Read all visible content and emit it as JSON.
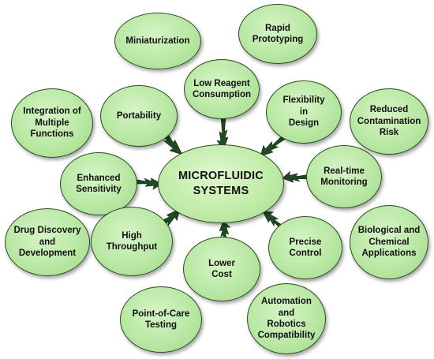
{
  "center": {
    "line1": "MICROFLUIDIC",
    "line2": "SYSTEMS"
  },
  "nodes": {
    "miniaturization": [
      "Miniaturization"
    ],
    "rapid_prototyping": [
      "Rapid",
      "Prototyping"
    ],
    "low_reagent": [
      "Low Reagent",
      "Consumption"
    ],
    "portability": [
      "Portability"
    ],
    "flexibility": [
      "Flexibility",
      "in",
      "Design"
    ],
    "integration": [
      "Integration of",
      "Multiple",
      "Functions"
    ],
    "reduced_contamination": [
      "Reduced",
      "Contamination",
      "Risk"
    ],
    "enhanced_sensitivity": [
      "Enhanced",
      "Sensitivity"
    ],
    "real_time": [
      "Real-time",
      "Monitoring"
    ],
    "drug_discovery": [
      "Drug Discovery",
      "and",
      "Development"
    ],
    "high_throughput": [
      "High",
      "Throughput"
    ],
    "precise_control": [
      "Precise",
      "Control"
    ],
    "biological_chemical": [
      "Biological and",
      "Chemical",
      "Applications"
    ],
    "lower_cost": [
      "Lower",
      "Cost"
    ],
    "point_of_care": [
      "Point-of-Care",
      "Testing"
    ],
    "automation": [
      "Automation",
      "and",
      "Robotics",
      "Compatibility"
    ]
  },
  "colors": {
    "bubble_fill": "#b9e8a4",
    "bubble_border": "#2c4a1f",
    "bolt_fill": "#1f4a22"
  }
}
